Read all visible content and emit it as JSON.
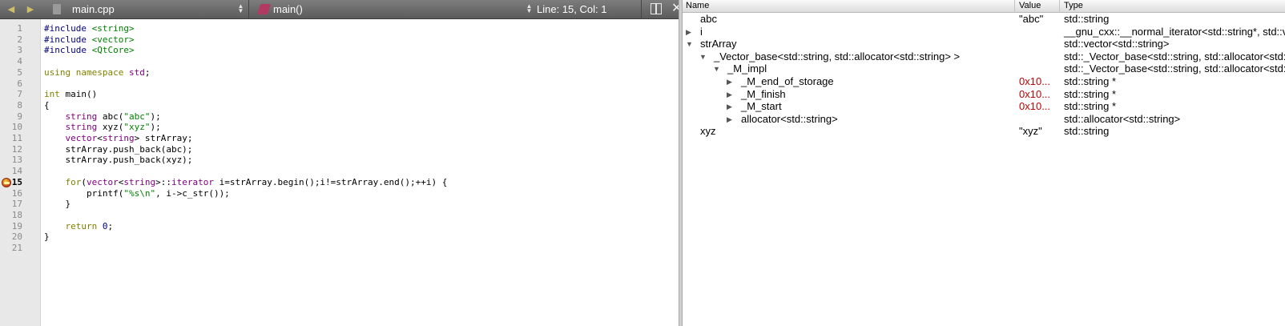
{
  "editor": {
    "file_name": "main.cpp",
    "function_name": "main()",
    "cursor_position": "Line: 15, Col: 1",
    "current_line": 15,
    "breakpoint_line": 15,
    "line_numbers": [
      "1",
      "2",
      "3",
      "4",
      "5",
      "6",
      "7",
      "8",
      "9",
      "10",
      "11",
      "12",
      "13",
      "14",
      "15",
      "16",
      "17",
      "18",
      "19",
      "20",
      "21"
    ],
    "code_lines": [
      [
        {
          "t": "#include ",
          "c": "pp"
        },
        {
          "t": "<string>",
          "c": "str"
        }
      ],
      [
        {
          "t": "#include ",
          "c": "pp"
        },
        {
          "t": "<vector>",
          "c": "str"
        }
      ],
      [
        {
          "t": "#include ",
          "c": "pp"
        },
        {
          "t": "<QtCore>",
          "c": "str"
        }
      ],
      [],
      [
        {
          "t": "using namespace ",
          "c": "kw"
        },
        {
          "t": "std",
          "c": "type"
        },
        {
          "t": ";",
          "c": ""
        }
      ],
      [],
      [
        {
          "t": "int ",
          "c": "kw"
        },
        {
          "t": "main()",
          "c": ""
        }
      ],
      [
        {
          "t": "{",
          "c": ""
        }
      ],
      [
        {
          "t": "    ",
          "c": ""
        },
        {
          "t": "string",
          "c": "type"
        },
        {
          "t": " abc(",
          "c": ""
        },
        {
          "t": "\"abc\"",
          "c": "str"
        },
        {
          "t": ");",
          "c": ""
        }
      ],
      [
        {
          "t": "    ",
          "c": ""
        },
        {
          "t": "string",
          "c": "type"
        },
        {
          "t": " xyz(",
          "c": ""
        },
        {
          "t": "\"xyz\"",
          "c": "str"
        },
        {
          "t": ");",
          "c": ""
        }
      ],
      [
        {
          "t": "    ",
          "c": ""
        },
        {
          "t": "vector",
          "c": "type"
        },
        {
          "t": "<",
          "c": ""
        },
        {
          "t": "string",
          "c": "type"
        },
        {
          "t": "> strArray;",
          "c": ""
        }
      ],
      [
        {
          "t": "    strArray.push_back(abc);",
          "c": ""
        }
      ],
      [
        {
          "t": "    strArray.push_back(xyz);",
          "c": ""
        }
      ],
      [],
      [
        {
          "t": "    ",
          "c": ""
        },
        {
          "t": "for",
          "c": "kw"
        },
        {
          "t": "(",
          "c": ""
        },
        {
          "t": "vector",
          "c": "type"
        },
        {
          "t": "<",
          "c": ""
        },
        {
          "t": "string",
          "c": "type"
        },
        {
          "t": ">::",
          "c": ""
        },
        {
          "t": "iterator",
          "c": "type"
        },
        {
          "t": " i=strArray.begin();i!=strArray.end();++i) {",
          "c": ""
        }
      ],
      [
        {
          "t": "        printf(",
          "c": ""
        },
        {
          "t": "\"%s\\n\"",
          "c": "str"
        },
        {
          "t": ", i->c_str());",
          "c": ""
        }
      ],
      [
        {
          "t": "    }",
          "c": ""
        }
      ],
      [],
      [
        {
          "t": "    ",
          "c": ""
        },
        {
          "t": "return ",
          "c": "kw"
        },
        {
          "t": "0",
          "c": "num"
        },
        {
          "t": ";",
          "c": ""
        }
      ],
      [
        {
          "t": "}",
          "c": ""
        }
      ],
      []
    ]
  },
  "locals": {
    "headers": {
      "name": "Name",
      "value": "Value",
      "type": "Type"
    },
    "rows": [
      {
        "name": "abc",
        "value": "\"abc\"",
        "type": "std::string",
        "indent": 0,
        "expander": "none",
        "ptr": false
      },
      {
        "name": "i",
        "value": "",
        "type": "__gnu_cxx::__normal_iterator<std::string*, std::vector",
        "indent": 0,
        "expander": "collapsed",
        "ptr": false
      },
      {
        "name": "strArray",
        "value": "",
        "type": "std::vector<std::string>",
        "indent": 0,
        "expander": "expanded",
        "ptr": false
      },
      {
        "name": "_Vector_base<std::string, std::allocator<std::string> >",
        "value": "",
        "type": "std::_Vector_base<std::string, std::allocator<std::string> >",
        "indent": 1,
        "expander": "expanded",
        "ptr": false
      },
      {
        "name": "_M_impl",
        "value": "",
        "type": "std::_Vector_base<std::string, std::allocator<std::string> >::_Vector_impl",
        "indent": 2,
        "expander": "expanded",
        "ptr": false
      },
      {
        "name": "_M_end_of_storage",
        "value": "0x10...",
        "type": "std::string *",
        "indent": 3,
        "expander": "collapsed",
        "ptr": true
      },
      {
        "name": "_M_finish",
        "value": "0x10...",
        "type": "std::string *",
        "indent": 3,
        "expander": "collapsed",
        "ptr": true
      },
      {
        "name": "_M_start",
        "value": "0x10...",
        "type": "std::string *",
        "indent": 3,
        "expander": "collapsed",
        "ptr": true
      },
      {
        "name": "allocator<std::string>",
        "value": "",
        "type": "std::allocator<std::string>",
        "indent": 3,
        "expander": "collapsed",
        "ptr": false
      },
      {
        "name": "xyz",
        "value": "\"xyz\"",
        "type": "std::string",
        "indent": 0,
        "expander": "none",
        "ptr": false
      }
    ]
  },
  "icons": {
    "back": "arrow-left-icon",
    "forward": "arrow-right-icon",
    "file": "file-icon",
    "function": "function-icon",
    "split": "split-icon",
    "close": "close-icon",
    "breakpoint": "breakpoint-icon"
  }
}
